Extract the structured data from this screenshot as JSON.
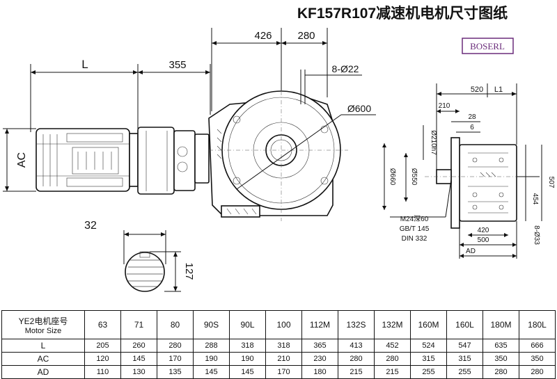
{
  "title": "KF157R107减速机电机尺寸图纸",
  "brand": "BOSERL",
  "dims_main": {
    "L": "L",
    "d355": "355",
    "d426": "426",
    "d280": "280",
    "bolts": "8-Ø22",
    "flange": "Ø600",
    "AC": "AC",
    "shaft_d": "32",
    "shaft_h": "127"
  },
  "dims_side": {
    "d520": "520",
    "L1": "L1",
    "d210": "210",
    "d28": "28",
    "d6": "6",
    "d210h7": "Ø210h7",
    "d660": "Ø660",
    "d550": "Ø550",
    "d454": "454",
    "d507": "507",
    "thread": "M24深60",
    "std1": "GB/T 145",
    "std2": "DIN 332",
    "d420": "420",
    "d500": "500",
    "AD": "AD",
    "holes": "8-Ø33"
  },
  "table": {
    "header_label": "YE2电机座号",
    "header_sub": "Motor Size",
    "sizes": [
      "63",
      "71",
      "80",
      "90S",
      "90L",
      "100",
      "112M",
      "132S",
      "132M",
      "160M",
      "160L",
      "180M",
      "180L"
    ],
    "rows": [
      {
        "label": "L",
        "values": [
          "205",
          "260",
          "280",
          "288",
          "318",
          "318",
          "365",
          "413",
          "452",
          "524",
          "547",
          "635",
          "666"
        ]
      },
      {
        "label": "AC",
        "values": [
          "120",
          "145",
          "170",
          "190",
          "190",
          "210",
          "230",
          "280",
          "280",
          "315",
          "315",
          "350",
          "350"
        ]
      },
      {
        "label": "AD",
        "values": [
          "110",
          "130",
          "135",
          "145",
          "145",
          "170",
          "180",
          "215",
          "215",
          "255",
          "255",
          "280",
          "280"
        ]
      }
    ]
  }
}
